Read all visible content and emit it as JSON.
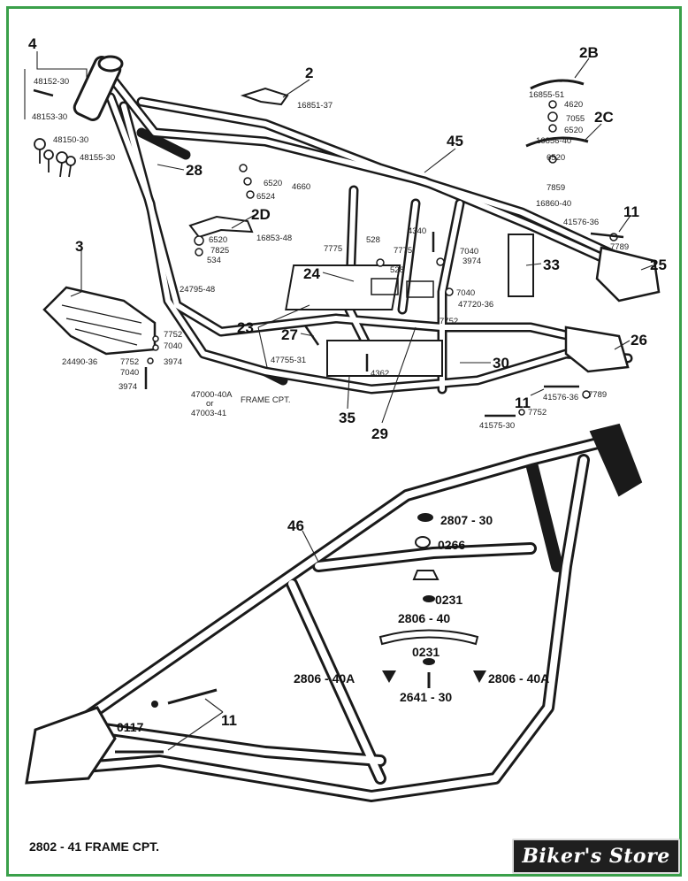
{
  "callouts": {
    "c4": "4",
    "c2": "2",
    "c2b": "2B",
    "c2c": "2C",
    "c45": "45",
    "c28": "28",
    "c2d": "2D",
    "c11a": "11",
    "c3": "3",
    "c24": "24",
    "c33": "33",
    "c25": "25",
    "c23": "23",
    "c27": "27",
    "c30": "30",
    "c26": "26",
    "c35": "35",
    "c29": "29",
    "c11b": "11",
    "c46": "46",
    "c11c": "11"
  },
  "part_numbers": {
    "p48152": "48152-30",
    "p48153": "48153-30",
    "p48150": "48150-30",
    "p48155": "48155-30",
    "p16851": "16851-37",
    "p16855": "16855-51",
    "p4620": "4620",
    "p7055": "7055",
    "p6520a": "6520",
    "p16856": "16856-40",
    "p6520b": "6520",
    "p7859": "7859",
    "p16860": "16860-40",
    "p6520c": "6520",
    "p4660": "4660",
    "p6524": "6524",
    "p6520d": "6520",
    "p7825": "7825",
    "p534": "534",
    "p16853": "16853-48",
    "p4340": "4340",
    "p7775a": "7775",
    "p528a": "528",
    "p7775b": "7775",
    "p528b": "528",
    "p7040a": "7040",
    "p3974a": "3974",
    "p41576a": "41576-36",
    "p7789a": "7789",
    "p24795": "24795-48",
    "p7040b": "7040",
    "p47720": "47720-36",
    "p7752a": "7752",
    "p7752b": "7752",
    "p7040c": "7040",
    "p24490": "24490-36",
    "p7752c": "7752",
    "p3974b": "3974",
    "p7040d": "7040",
    "p3974c": "3974",
    "p47755": "47755-31",
    "p4362": "4362",
    "p47000": "47000-40A",
    "p_or": "or",
    "p47003": "47003-41",
    "p_framecpt1": "FRAME CPT.",
    "p41576b": "41576-36",
    "p7789b": "7789",
    "p7752d": "7752",
    "p41575": "41575-30"
  },
  "lower_parts": {
    "p2807": "2807 - 30",
    "p0266": "0266",
    "p0231a": "0231",
    "p2806": "2806 - 40",
    "p0231b": "0231",
    "p2806a_left": "2806 - 40A",
    "p2806a_right": "2806 - 40A",
    "p2641": "2641 - 30",
    "p0117": "0117"
  },
  "caption": "2802 - 41 FRAME CPT.",
  "watermark": "Biker's Store",
  "colors": {
    "border": "#3aa04a",
    "ink": "#1a1a1a",
    "watermark_bg": "#1f1f1f"
  }
}
